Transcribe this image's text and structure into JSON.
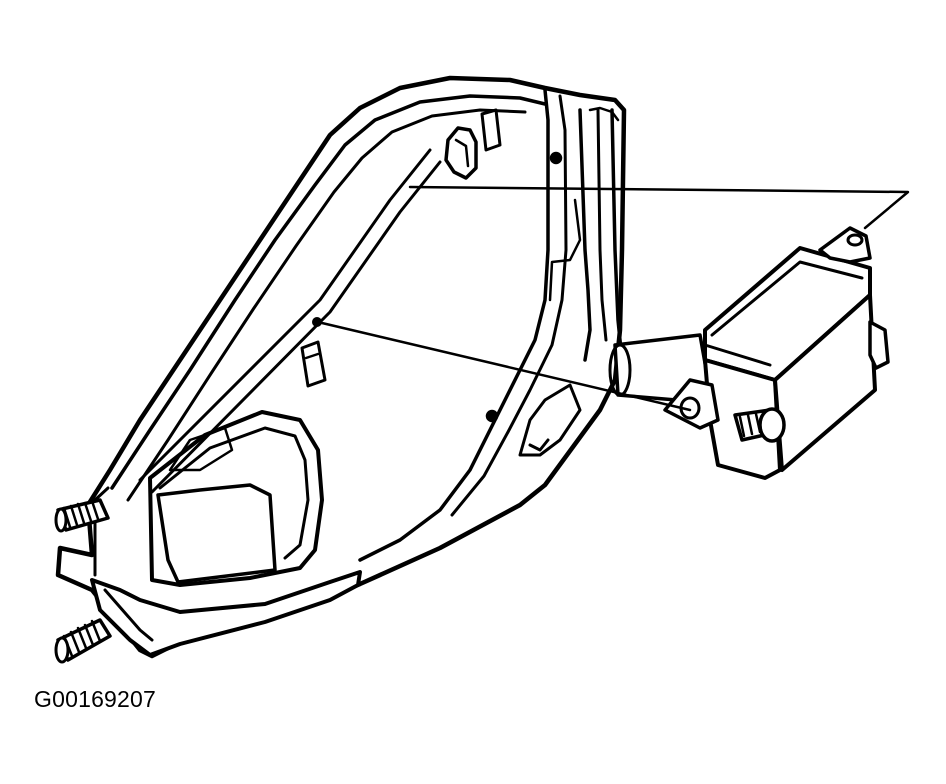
{
  "figure": {
    "id_label": "G00169207"
  },
  "colors": {
    "ink": "#000000",
    "paper": "#ffffff"
  },
  "parts": [
    {
      "name": "mounting-bracket"
    },
    {
      "name": "actuator-module"
    },
    {
      "name": "mounting-bolt"
    },
    {
      "name": "mounting-stud-upper"
    },
    {
      "name": "mounting-stud-lower"
    }
  ]
}
